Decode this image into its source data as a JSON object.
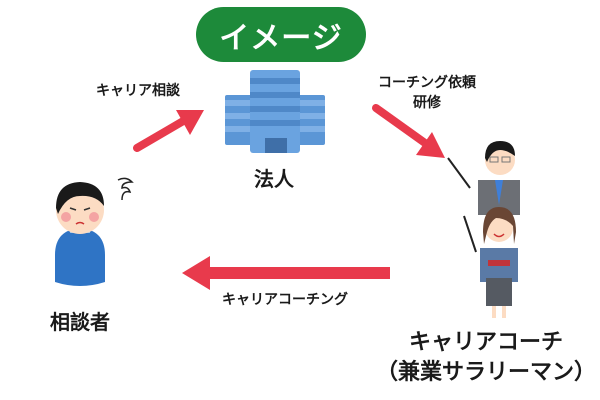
{
  "title": "イメージ",
  "nodes": {
    "corporation": {
      "label": "法人",
      "icon": "office-building-icon"
    },
    "client": {
      "label": "相談者",
      "icon": "worried-man-icon"
    },
    "coach": {
      "label_line1": "キャリアコーチ",
      "label_line2": "（兼業サラリーマン）",
      "icon": "coaches-with-pointers-icon"
    }
  },
  "edges": {
    "client_to_corporation": {
      "label": "キャリア相談"
    },
    "corporation_to_coach": {
      "label_line1": "コーチング依頼",
      "label_line2": "研修"
    },
    "coach_to_client": {
      "label": "キャリアコーチング"
    }
  },
  "colors": {
    "title_bg": "#1d8a3a",
    "arrow": "#e83a4c",
    "building": "#5b96d6"
  }
}
